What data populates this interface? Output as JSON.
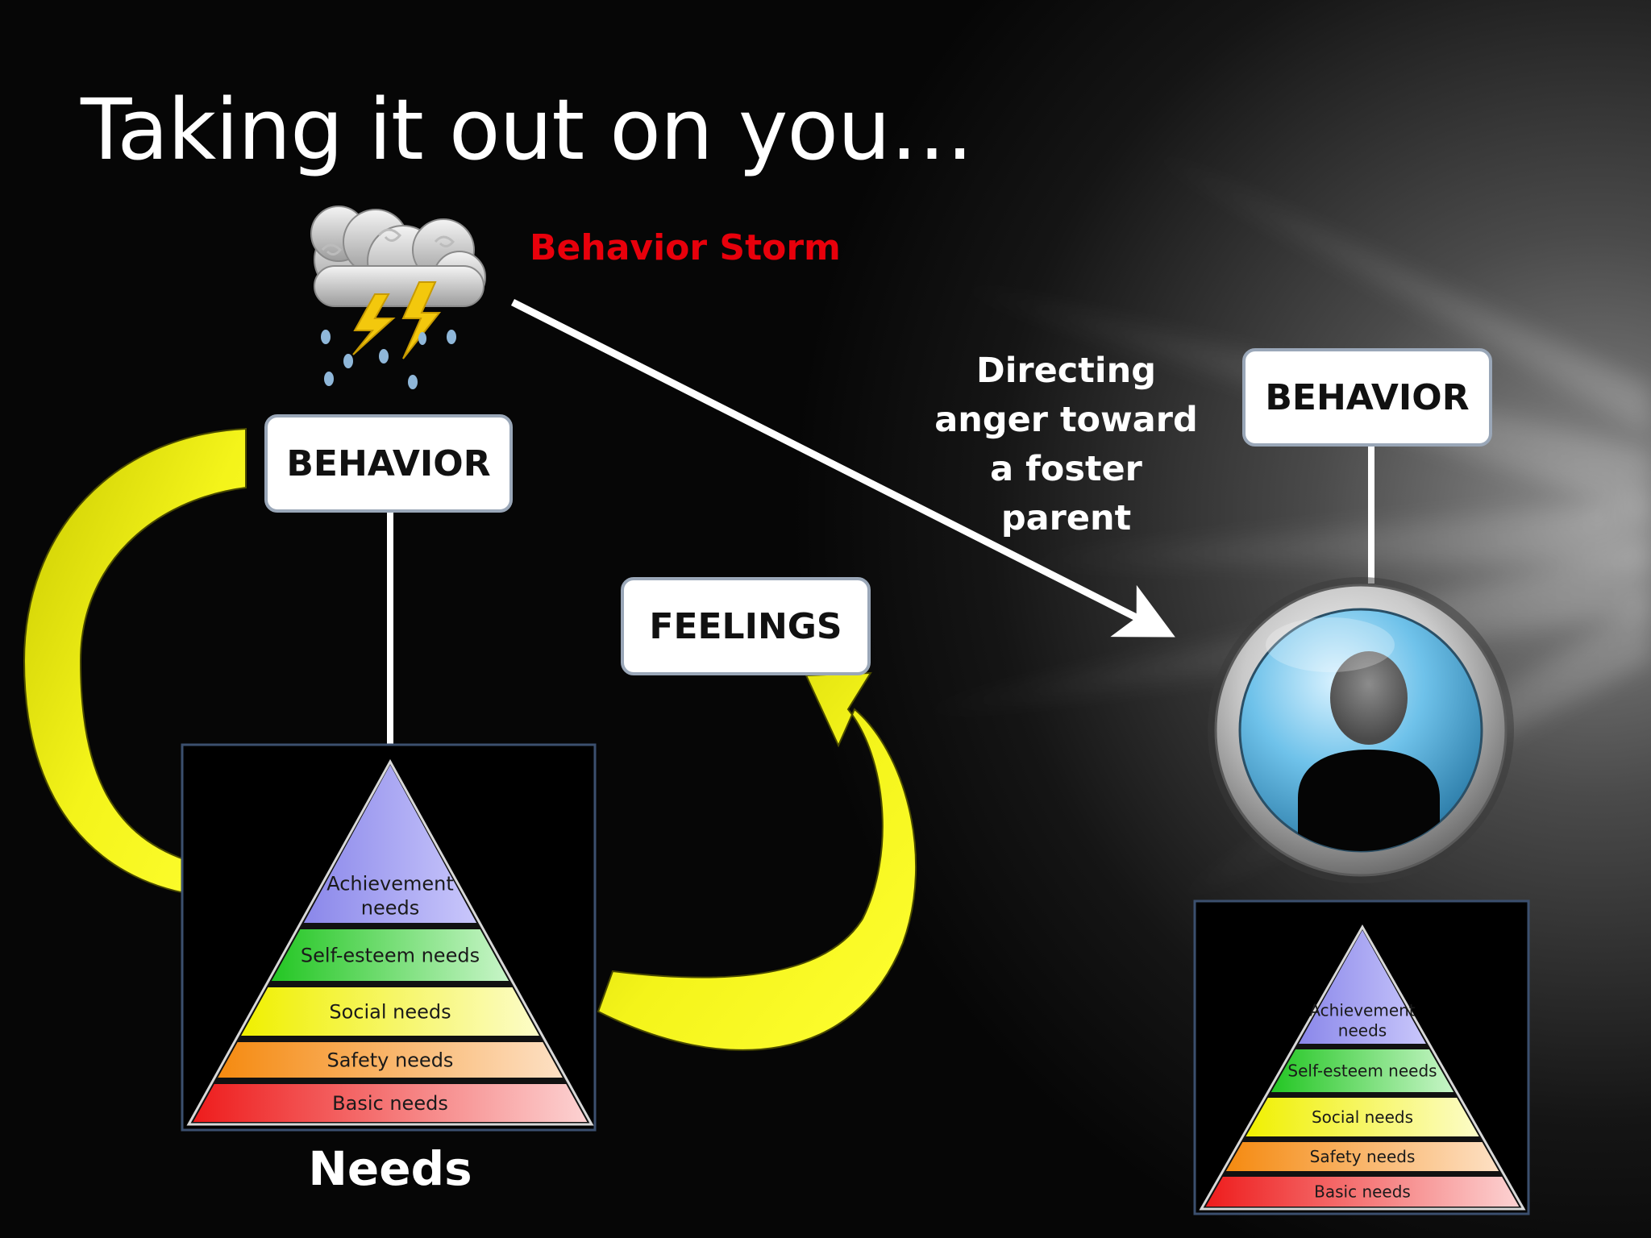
{
  "title": "Taking it out on you…",
  "storm_label": "Behavior Storm",
  "directing_label": [
    "Directing",
    "anger toward",
    "a foster",
    "parent"
  ],
  "boxes": {
    "behavior_left": "BEHAVIOR",
    "behavior_right": "BEHAVIOR",
    "feelings": "FEELINGS"
  },
  "needs_label": "Needs",
  "pyramid_levels": [
    [
      "Achievement",
      "needs"
    ],
    [
      "Self-esteem needs"
    ],
    [
      "Social needs"
    ],
    [
      "Safety needs"
    ],
    [
      "Basic needs"
    ]
  ],
  "colors": {
    "storm_label": "#e8000b",
    "arrow_yellow": "#f1f10c",
    "level_achievement": "#9b99f0",
    "level_self_esteem": "#3fd63f",
    "level_social": "#f4f41a",
    "level_safety": "#f79a2a",
    "level_basic": "#f03333"
  },
  "icons": [
    "storm-cloud-icon",
    "person-avatar-icon"
  ]
}
